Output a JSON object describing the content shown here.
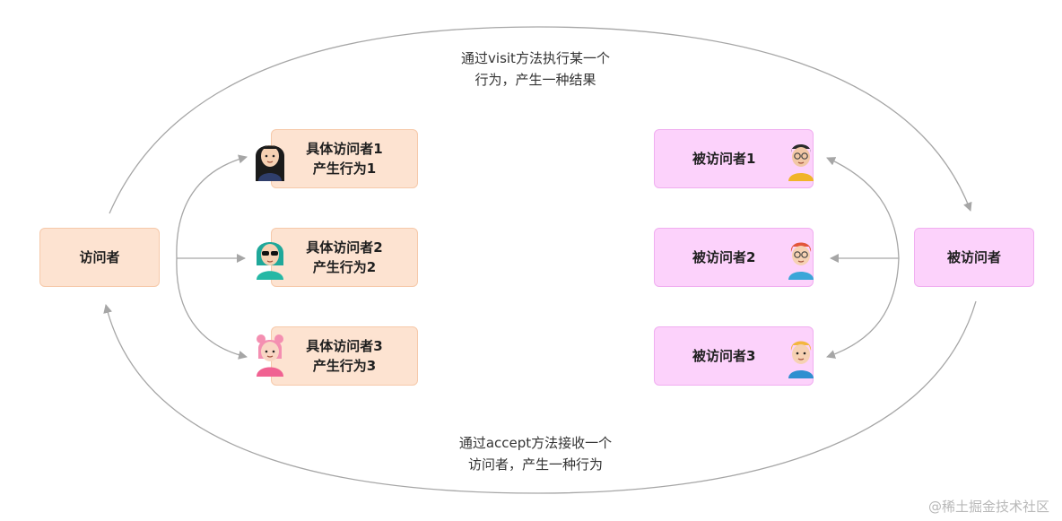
{
  "top_note": {
    "line1": "通过visit方法执行某一个",
    "line2": "行为，产生一种结果"
  },
  "bottom_note": {
    "line1": "通过accept方法接收一个",
    "line2": "访问者，产生一种行为"
  },
  "visitor": {
    "label": "访问者"
  },
  "concrete_visitors": [
    {
      "line1": "具体访问者1",
      "line2": "产生行为1",
      "avatar": "girl-black-hair-avatar"
    },
    {
      "line1": "具体访问者2",
      "line2": "产生行为2",
      "avatar": "woman-sunglasses-avatar"
    },
    {
      "line1": "具体访问者3",
      "line2": "产生行为3",
      "avatar": "girl-pink-hair-avatar"
    }
  ],
  "visited": [
    {
      "label": "被访问者1",
      "avatar": "man-glasses-avatar"
    },
    {
      "label": "被访问者2",
      "avatar": "man-red-hair-avatar"
    },
    {
      "label": "被访问者3",
      "avatar": "boy-blond-avatar"
    }
  ],
  "element": {
    "label": "被访问者"
  },
  "watermark": "@稀土掘金技术社区",
  "colors": {
    "orange_fill": "#fde3d1",
    "pink_fill": "#fcd2fb",
    "arrow": "#a6a6a6"
  }
}
